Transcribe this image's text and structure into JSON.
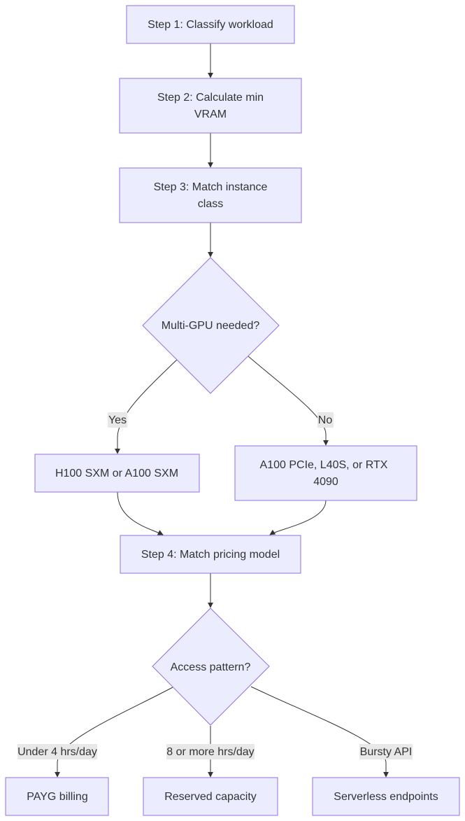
{
  "diagram": {
    "nodes": {
      "step1": {
        "lines": [
          "Step 1: Classify workload"
        ]
      },
      "step2": {
        "lines": [
          "Step 2: Calculate min",
          "VRAM"
        ]
      },
      "step3": {
        "lines": [
          "Step 3: Match instance",
          "class"
        ]
      },
      "multi_gpu": {
        "lines": [
          "Multi-GPU needed?"
        ]
      },
      "h100": {
        "lines": [
          "H100 SXM or A100 SXM"
        ]
      },
      "a100": {
        "lines": [
          "A100 PCIe, L40S, or RTX",
          "4090"
        ]
      },
      "step4": {
        "lines": [
          "Step 4: Match pricing model"
        ]
      },
      "access": {
        "lines": [
          "Access pattern?"
        ]
      },
      "payg": {
        "lines": [
          "PAYG billing"
        ]
      },
      "reserved": {
        "lines": [
          "Reserved capacity"
        ]
      },
      "serverless": {
        "lines": [
          "Serverless endpoints"
        ]
      }
    },
    "edge_labels": {
      "yes": "Yes",
      "no": "No",
      "under4": "Under 4 hrs/day",
      "eight_plus": "8 or more hrs/day",
      "bursty": "Bursty API"
    },
    "colors": {
      "node_fill": "#ececff",
      "node_stroke": "#9370db",
      "edge": "#333333",
      "label_bg": "#e8e8e8",
      "text": "#333333"
    }
  }
}
